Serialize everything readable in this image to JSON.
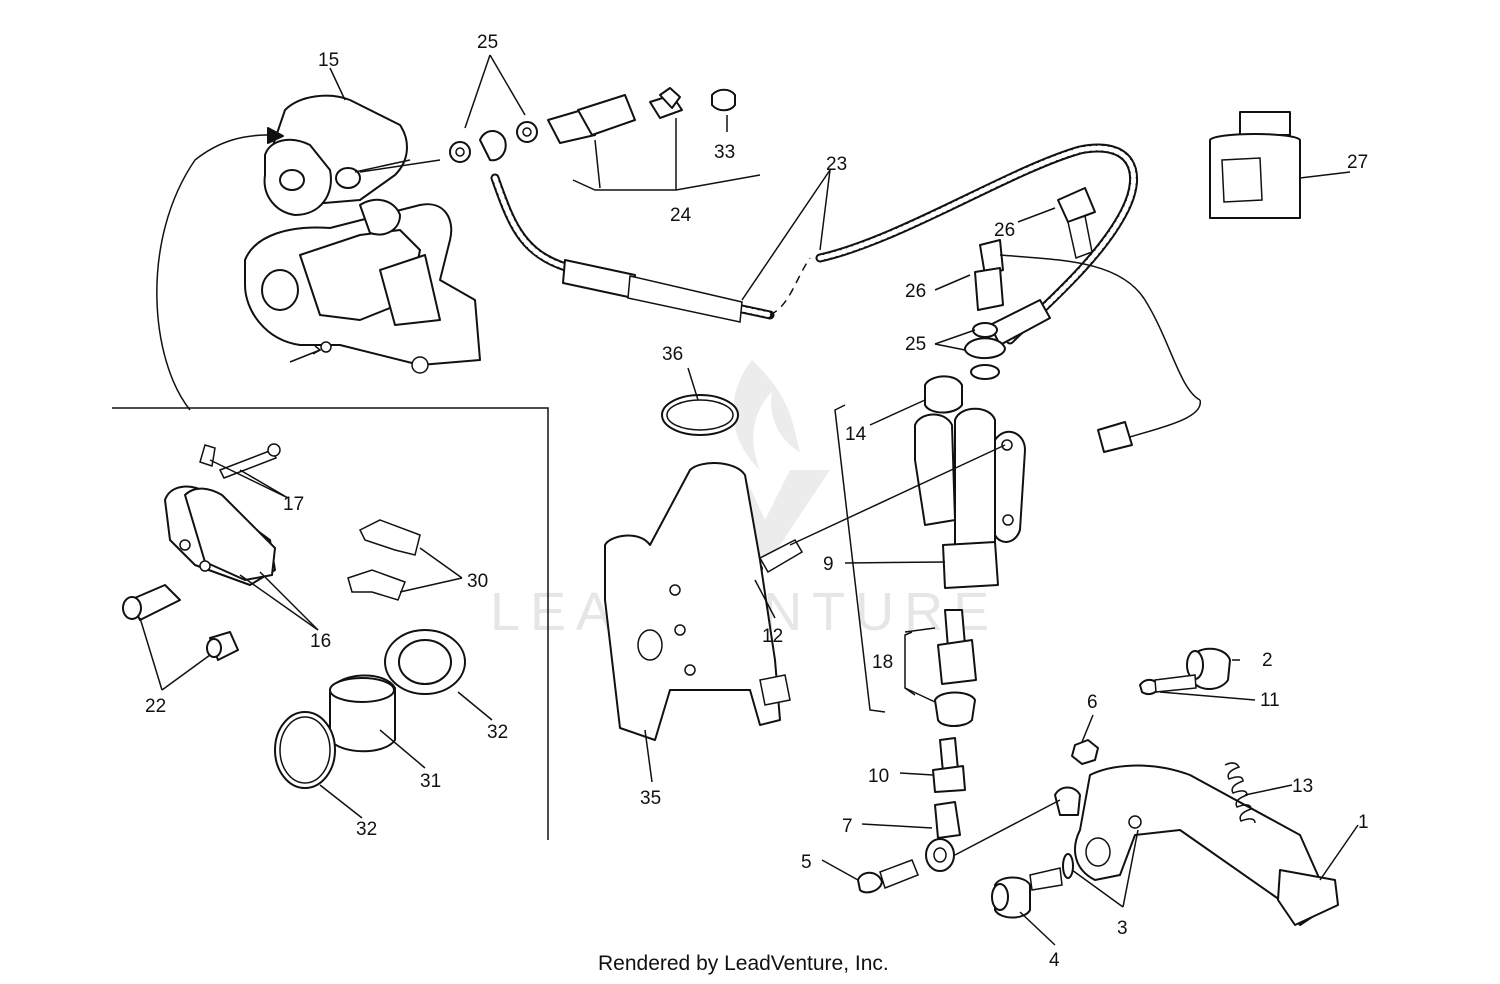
{
  "callouts": [
    {
      "id": "c1",
      "text": "1"
    },
    {
      "id": "c2",
      "text": "2"
    },
    {
      "id": "c3",
      "text": "3"
    },
    {
      "id": "c4",
      "text": "4"
    },
    {
      "id": "c5",
      "text": "5"
    },
    {
      "id": "c6",
      "text": "6"
    },
    {
      "id": "c7",
      "text": "7"
    },
    {
      "id": "c9",
      "text": "9"
    },
    {
      "id": "c10",
      "text": "10"
    },
    {
      "id": "c11",
      "text": "11"
    },
    {
      "id": "c12",
      "text": "12"
    },
    {
      "id": "c13",
      "text": "13"
    },
    {
      "id": "c14",
      "text": "14"
    },
    {
      "id": "c15",
      "text": "15"
    },
    {
      "id": "c16",
      "text": "16"
    },
    {
      "id": "c17",
      "text": "17"
    },
    {
      "id": "c18",
      "text": "18"
    },
    {
      "id": "c22",
      "text": "22"
    },
    {
      "id": "c23",
      "text": "23"
    },
    {
      "id": "c24",
      "text": "24"
    },
    {
      "id": "c25a",
      "text": "25"
    },
    {
      "id": "c25b",
      "text": "25"
    },
    {
      "id": "c26a",
      "text": "26"
    },
    {
      "id": "c26b",
      "text": "26"
    },
    {
      "id": "c27",
      "text": "27"
    },
    {
      "id": "c30",
      "text": "30"
    },
    {
      "id": "c31",
      "text": "31"
    },
    {
      "id": "c32a",
      "text": "32"
    },
    {
      "id": "c32b",
      "text": "32"
    },
    {
      "id": "c33",
      "text": "33"
    },
    {
      "id": "c35",
      "text": "35"
    },
    {
      "id": "c36",
      "text": "36"
    }
  ],
  "watermark": {
    "text": "LEADVENTURE"
  },
  "credit": "Rendered by LeadVenture, Inc."
}
